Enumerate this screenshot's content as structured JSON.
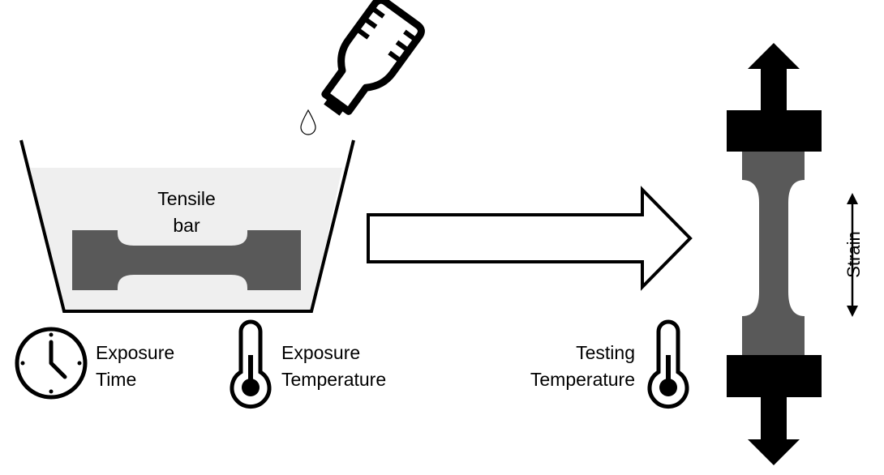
{
  "diagram": {
    "tensile_bar_label": [
      "Tensile",
      "bar"
    ],
    "exposure_time_label": [
      "Exposure",
      "Time"
    ],
    "exposure_temperature_label": [
      "Exposure",
      "Temperature"
    ],
    "testing_temperature_label": [
      "Testing",
      "Temperature"
    ],
    "strain_label": "Strain",
    "icons": [
      "bottle-icon",
      "droplet-icon",
      "clock-icon",
      "thermometer-icon",
      "thermometer-icon"
    ],
    "colors": {
      "liquid": "#efefef",
      "bar": "#595959",
      "grip": "#000000",
      "outline": "#000000"
    }
  }
}
